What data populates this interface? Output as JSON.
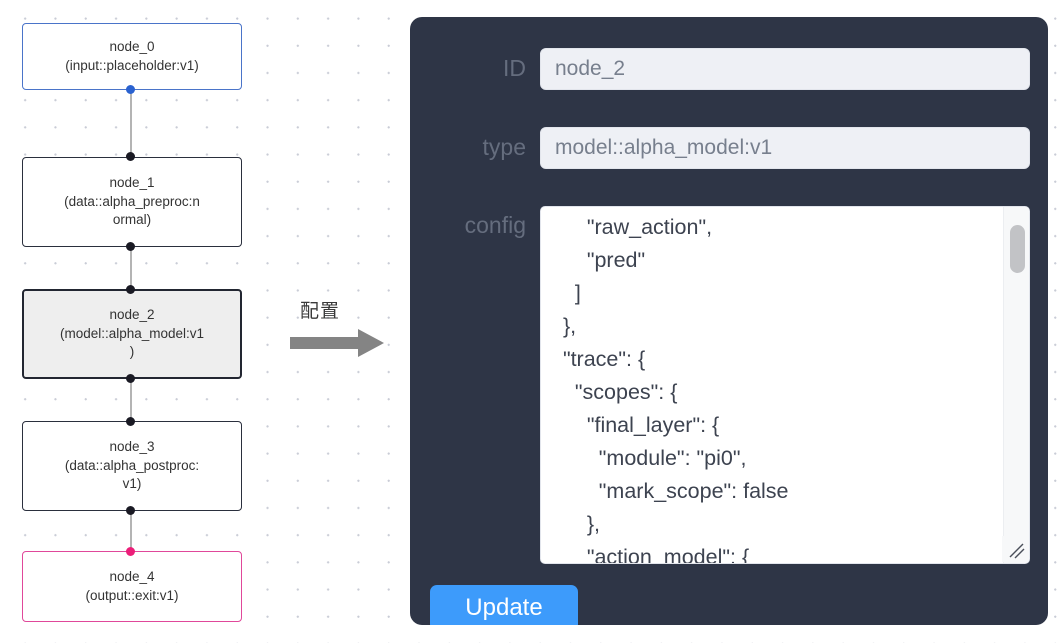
{
  "graph": {
    "nodes": [
      {
        "id": "node_0",
        "label": "node_0\n(input::placeholder:v1)",
        "kind": "input"
      },
      {
        "id": "node_1",
        "label": "node_1\n(data::alpha_preproc:n\normal)",
        "kind": "default"
      },
      {
        "id": "node_2",
        "label": "node_2\n(model::alpha_model:v1\n)",
        "kind": "selected"
      },
      {
        "id": "node_3",
        "label": "node_3\n(data::alpha_postproc:\nv1)",
        "kind": "default"
      },
      {
        "id": "node_4",
        "label": "node_4\n(output::exit:v1)",
        "kind": "output"
      }
    ],
    "colors": {
      "input_border": "#4a74c9",
      "output_border": "#e0489a",
      "selected_border": "#222631",
      "selected_fill": "#eeeeee",
      "edge": "#b4b4b4",
      "port": "#1a1a24",
      "port_input": "#2a62d0",
      "port_output": "#ec1e79"
    }
  },
  "arrow": {
    "caption": "配置",
    "color": "#808080"
  },
  "panel": {
    "background": "#2e3546",
    "fields": [
      {
        "label": "ID",
        "value": "node_2"
      },
      {
        "label": "type",
        "value": "model::alpha_model:v1"
      },
      {
        "label": "config",
        "value": ""
      }
    ],
    "id_label": "ID",
    "id_value": "node_2",
    "type_label": "type",
    "type_value": "model::alpha_model:v1",
    "config_label": "config",
    "config_value": "      \"raw_action\",\n      \"pred\"\n    ]\n  },\n  \"trace\": {\n    \"scopes\": {\n      \"final_layer\": {\n        \"module\": \"pi0\",\n        \"mark_scope\": false\n      },\n      \"action_model\": {",
    "update_label": "Update",
    "update_color": "#3d9bfb"
  }
}
